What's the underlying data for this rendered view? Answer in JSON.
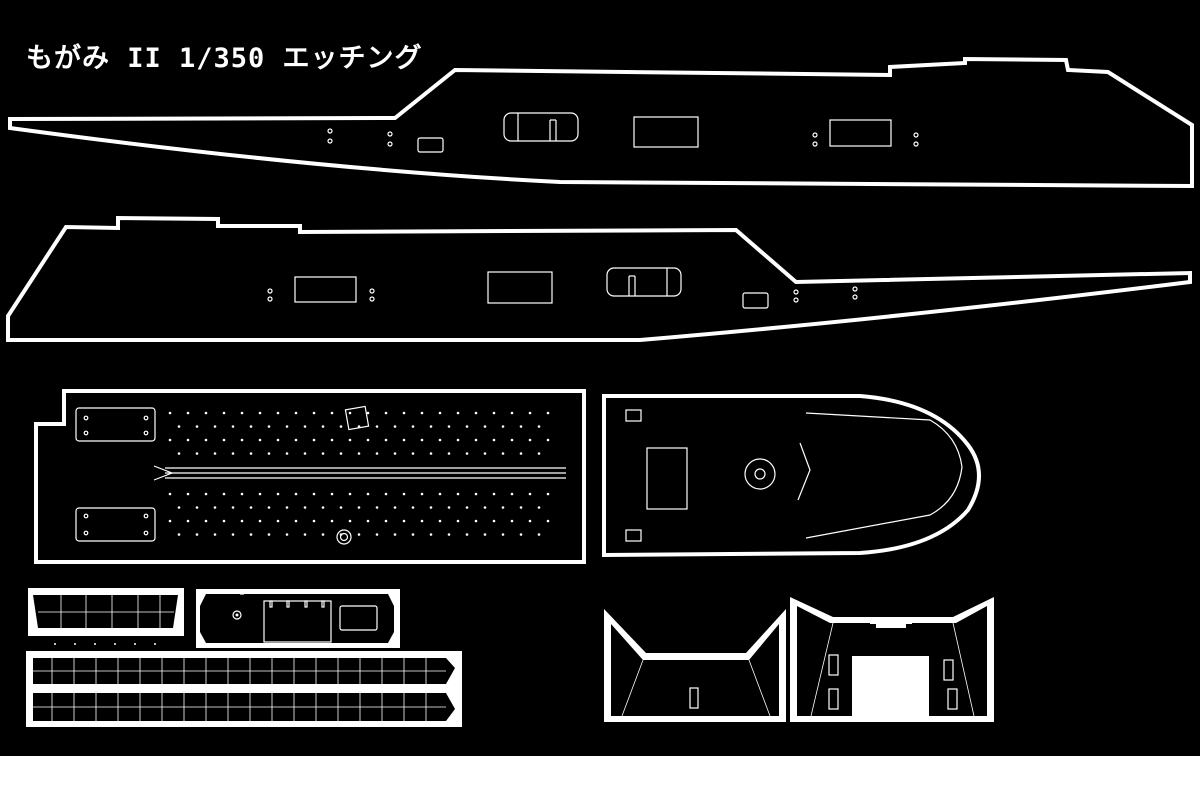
{
  "title": "もがみ II 1/350 エッチング",
  "colors": {
    "background": "#000000",
    "lines": "#ffffff",
    "margin": "#ffffff"
  },
  "parts": [
    "hull-side-starboard",
    "hull-side-port",
    "flight-deck",
    "bow-deck",
    "rail-strip-short",
    "hangar-panel",
    "rail-strip-long-upper",
    "rail-strip-long-lower",
    "superstructure-face-left",
    "superstructure-face-right"
  ]
}
